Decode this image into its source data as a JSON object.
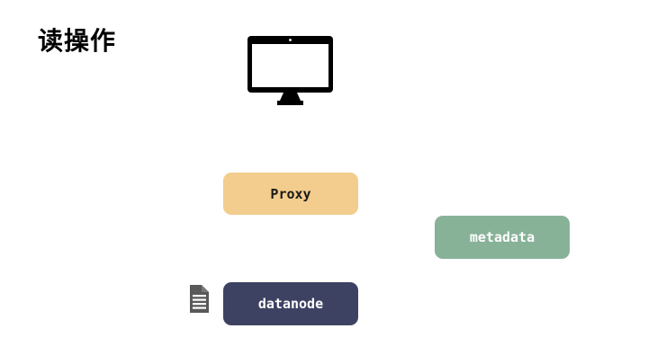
{
  "page": {
    "title": "读操作",
    "background": "#ffffff"
  },
  "diagram": {
    "client": {
      "icon": "monitor-icon",
      "color": "#000000",
      "label": ""
    },
    "nodes": [
      {
        "id": "proxy",
        "label": "Proxy",
        "bg": "#f2cd8d",
        "text_color": "#1a1a1a"
      },
      {
        "id": "metadata",
        "label": "metadata",
        "bg": "#88b298",
        "text_color": "#ffffff"
      },
      {
        "id": "datanode",
        "label": "datanode",
        "bg": "#3e4262",
        "text_color": "#ffffff"
      }
    ],
    "file_icon": {
      "name": "document-icon",
      "color": "#595959"
    }
  }
}
